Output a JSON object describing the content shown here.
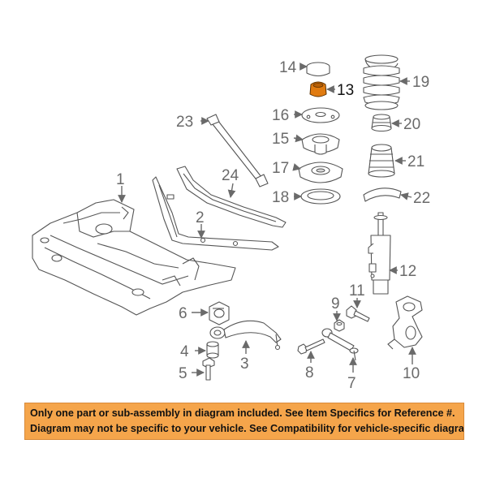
{
  "highlight_color": "#e07b10",
  "notice": {
    "background_color": "#f5a54b",
    "line1": "Only one part or sub-assembly in diagram included. See Item Specifics for Reference #.",
    "line2": "Diagram may not be specific to your vehicle. See Compatibility for vehicle-specific diagrams."
  },
  "callouts": {
    "c1": "1",
    "c2": "2",
    "c3": "3",
    "c4": "4",
    "c5": "5",
    "c6": "6",
    "c7": "7",
    "c8": "8",
    "c9": "9",
    "c10": "10",
    "c11": "11",
    "c12": "12",
    "c13": "13",
    "c14": "14",
    "c15": "15",
    "c16": "16",
    "c17": "17",
    "c18": "18",
    "c19": "19",
    "c20": "20",
    "c21": "21",
    "c22": "22",
    "c23": "23",
    "c24": "24"
  }
}
